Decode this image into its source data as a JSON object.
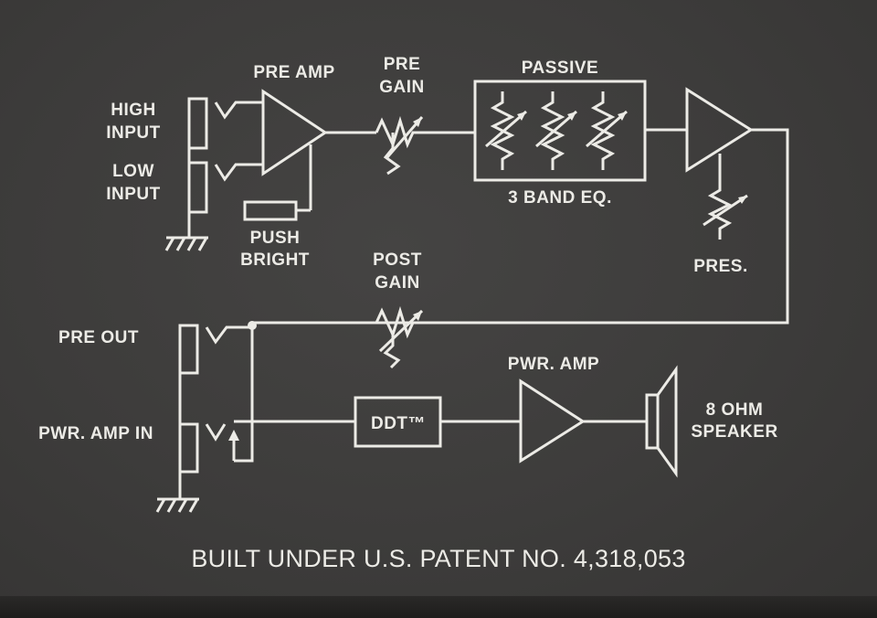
{
  "labels": {
    "high_input": "HIGH INPUT",
    "low_input": "LOW INPUT",
    "pre_amp": "PRE AMP",
    "pre_gain": "PRE GAIN",
    "passive": "PASSIVE",
    "three_band_eq": "3 BAND EQ.",
    "push_bright": "PUSH BRIGHT",
    "pres": "PRES.",
    "post_gain": "POST GAIN",
    "pre_out": "PRE OUT",
    "pwr_amp_in": "PWR. AMP IN",
    "pwr_amp": "PWR. AMP",
    "ddt": "DDT™",
    "speaker": "8 OHM SPEAKER",
    "patent": "BUILT UNDER U.S. PATENT NO. 4,318,053"
  },
  "colors": {
    "background": "#3d3c3b",
    "ink": "#ecebe6"
  }
}
